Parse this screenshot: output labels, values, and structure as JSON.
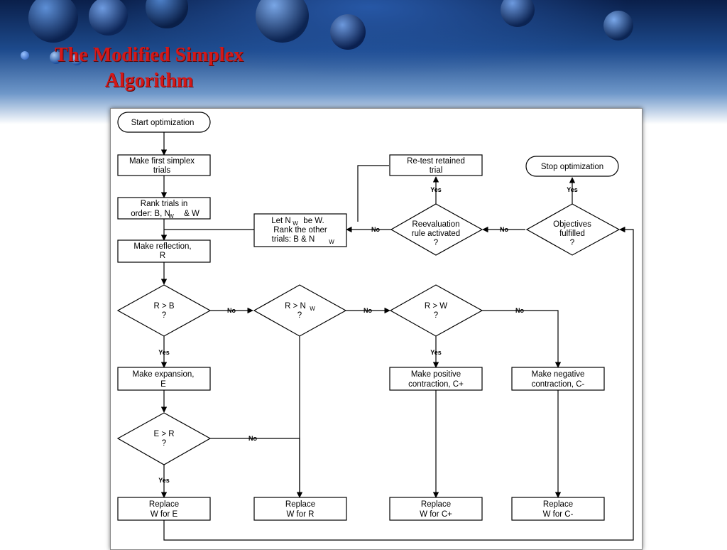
{
  "slide": {
    "title_line1": "The Modified Simplex",
    "title_line2": "Algorithm"
  },
  "flowchart": {
    "start": "Start optimization",
    "stop": "Stop optimization",
    "first_simplex": [
      "Make first simplex",
      "trials"
    ],
    "rank": [
      "Rank trials in",
      "order: B, N",
      "& W"
    ],
    "rank_sub": "W",
    "let_nw": [
      "Let N",
      "be W.",
      "Rank the other",
      "trials: B & N"
    ],
    "let_nw_sub": "W",
    "retest": [
      "Re-test retained",
      "trial"
    ],
    "reflection": [
      "Make reflection,",
      "R"
    ],
    "expansion": [
      "Make expansion,",
      "E"
    ],
    "pos_contraction": [
      "Make positive",
      "contraction, C+"
    ],
    "neg_contraction": [
      "Make negative",
      "contraction, C-"
    ],
    "d_reeval": [
      "Reevaluation",
      "rule activated",
      "?"
    ],
    "d_objectives": [
      "Objectives",
      "fulfilled",
      "?"
    ],
    "d_rb": [
      "R > B",
      "?"
    ],
    "d_rnw": [
      "R > N",
      "?"
    ],
    "d_rnw_sub": "W",
    "d_rw": [
      "R > W",
      "?"
    ],
    "d_er": [
      "E > R",
      "?"
    ],
    "replace_e": [
      "Replace",
      "W for E"
    ],
    "replace_r": [
      "Replace",
      "W for R"
    ],
    "replace_cp": [
      "Replace",
      "W for C+"
    ],
    "replace_cm": [
      "Replace",
      "W for C-"
    ],
    "yes": "Yes",
    "no": "No"
  }
}
